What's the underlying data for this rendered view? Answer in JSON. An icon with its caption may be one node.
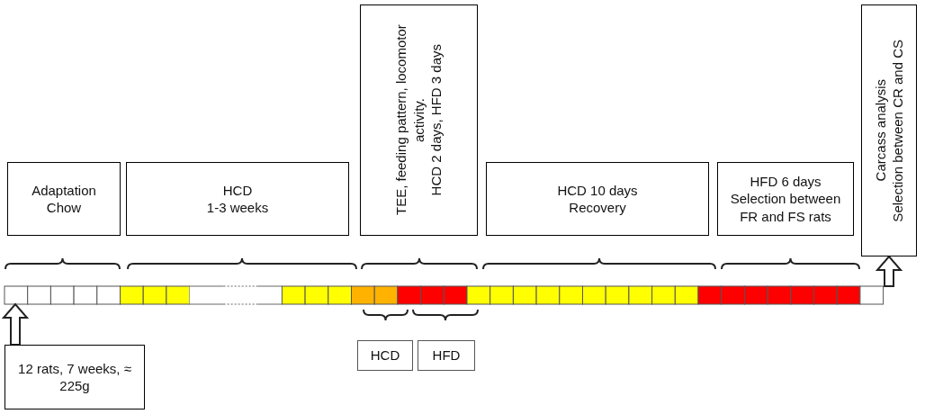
{
  "diagram": {
    "nodes": [
      {
        "text": [
          "Adaptation",
          "Chow"
        ]
      },
      {
        "text": [
          "HCD",
          "1-3 weeks"
        ]
      },
      {
        "text": [
          "TEE, feeding pattern, locomotor activity.",
          "HCD 2 days, HFD 3 days"
        ]
      },
      {
        "text": [
          "HCD 10 days",
          "Recovery"
        ]
      },
      {
        "text": [
          "HFD 6 days",
          "Selection between FR and FS rats"
        ]
      },
      {
        "text": [
          "Carcass analysis",
          "Selection between CR and CS"
        ]
      },
      {
        "text": [
          "12 rats, 7 weeks, ≈ 225g"
        ]
      },
      {
        "text": [
          "HCD"
        ]
      },
      {
        "text": [
          "HFD"
        ]
      },
      {
        "text": [],
        "shape": "bar"
      }
    ],
    "edges": [
      {
        "from": 6,
        "to": 9,
        "arrow": "to"
      },
      {
        "from": 9,
        "to": 5,
        "arrow": "to"
      }
    ]
  }
}
